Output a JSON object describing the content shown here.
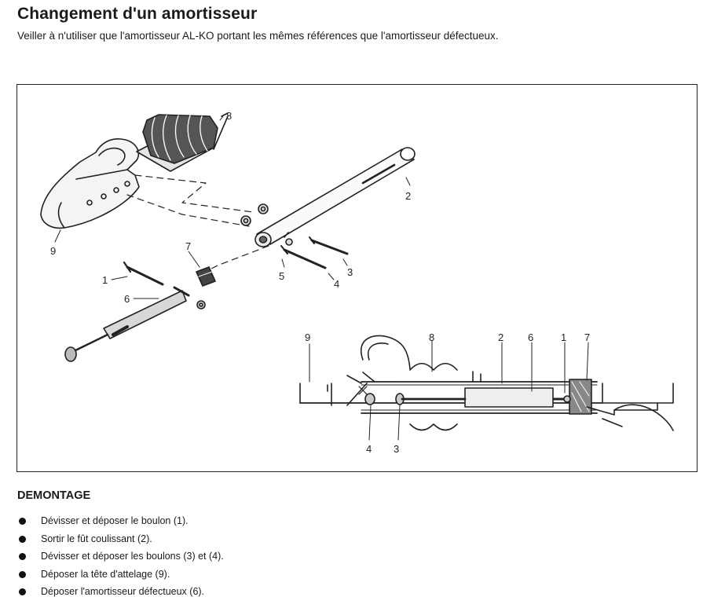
{
  "page": {
    "title": "Changement d'un amortisseur",
    "subtitle": "Veiller à n'utiliser que l'amortisseur AL-KO portant les mêmes références que l'amortisseur défectueux."
  },
  "figure": {
    "exploded_callouts": [
      "8",
      "2",
      "9",
      "7",
      "1",
      "6",
      "5",
      "4",
      "3"
    ],
    "section_callouts_top": [
      "9",
      "8",
      "2",
      "6",
      "1",
      "7"
    ],
    "section_callouts_bottom": [
      "4",
      "3"
    ]
  },
  "demontage": {
    "heading": "DEMONTAGE",
    "steps": [
      "Dévisser et déposer le boulon (1).",
      "Sortir le fût coulissant (2).",
      "Dévisser et déposer les boulons (3) et (4).",
      "Déposer la tête d'attelage (9).",
      "Déposer l'amortisseur défectueux (6)."
    ]
  }
}
